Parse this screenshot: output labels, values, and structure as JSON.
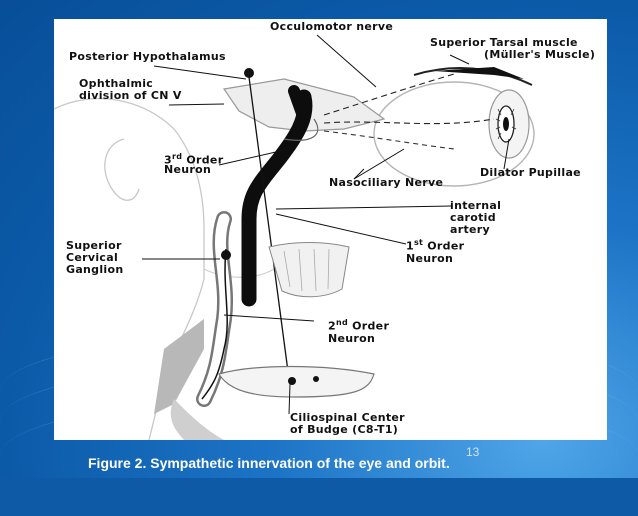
{
  "labels": {
    "occulomotor": "Occulomotor nerve",
    "posterior_hypothalamus": "Posterior Hypothalamus",
    "superior_tarsal": "Superior Tarsal muscle",
    "muller": "(Müller's Muscle)",
    "ophthalmic": "Ophthalmic\ndivision of CN V",
    "third_order": "Neuron",
    "nasociliary": "Nasociliary Nerve",
    "dilator": "Dilator Pupillae",
    "internal_carotid": "internal\ncarotid\nartery",
    "superior_cervical": "Superior\nCervical\nGanglion",
    "first_order": "Neuron",
    "second_order": "Neuron",
    "ciliospinal": "Ciliospinal Center\nof Budge (C8-T1)"
  },
  "order_labels": {
    "third": {
      "num": "3",
      "sup": "rd",
      "word": " Order"
    },
    "first": {
      "num": "1",
      "sup": "st",
      "word": " Order"
    },
    "second": {
      "num": "2",
      "sup": "nd",
      "word": " Order"
    }
  },
  "caption": "Figure 2. Sympathetic innervation of the eye and orbit.",
  "slide_number": "13",
  "colors": {
    "background": "#0e5aa6",
    "panel": "#ffffff",
    "caption": "#ffffff"
  }
}
